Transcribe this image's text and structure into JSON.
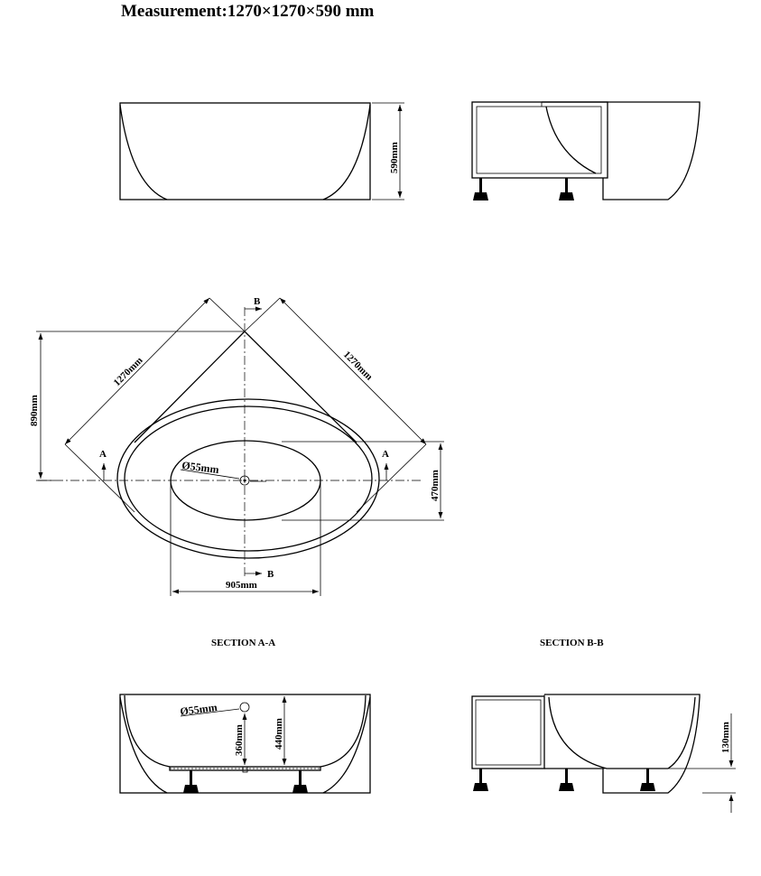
{
  "title": "Measurement:1270×1270×590 mm",
  "labels": {
    "height_590": "590mm",
    "side_1270_left": "1270mm",
    "side_1270_right": "1270mm",
    "depth_890": "890mm",
    "width_470": "470mm",
    "length_905": "905mm",
    "drain_55_top": "Ø55mm",
    "drain_55_section": "Ø55mm",
    "depth_360": "360mm",
    "depth_440": "440mm",
    "floor_130": "130mm",
    "marker_a_left": "A",
    "marker_a_right": "A",
    "marker_b_top": "B",
    "marker_b_bottom": "B"
  },
  "sections": {
    "aa": "SECTION A-A",
    "bb": "SECTION B-B"
  }
}
